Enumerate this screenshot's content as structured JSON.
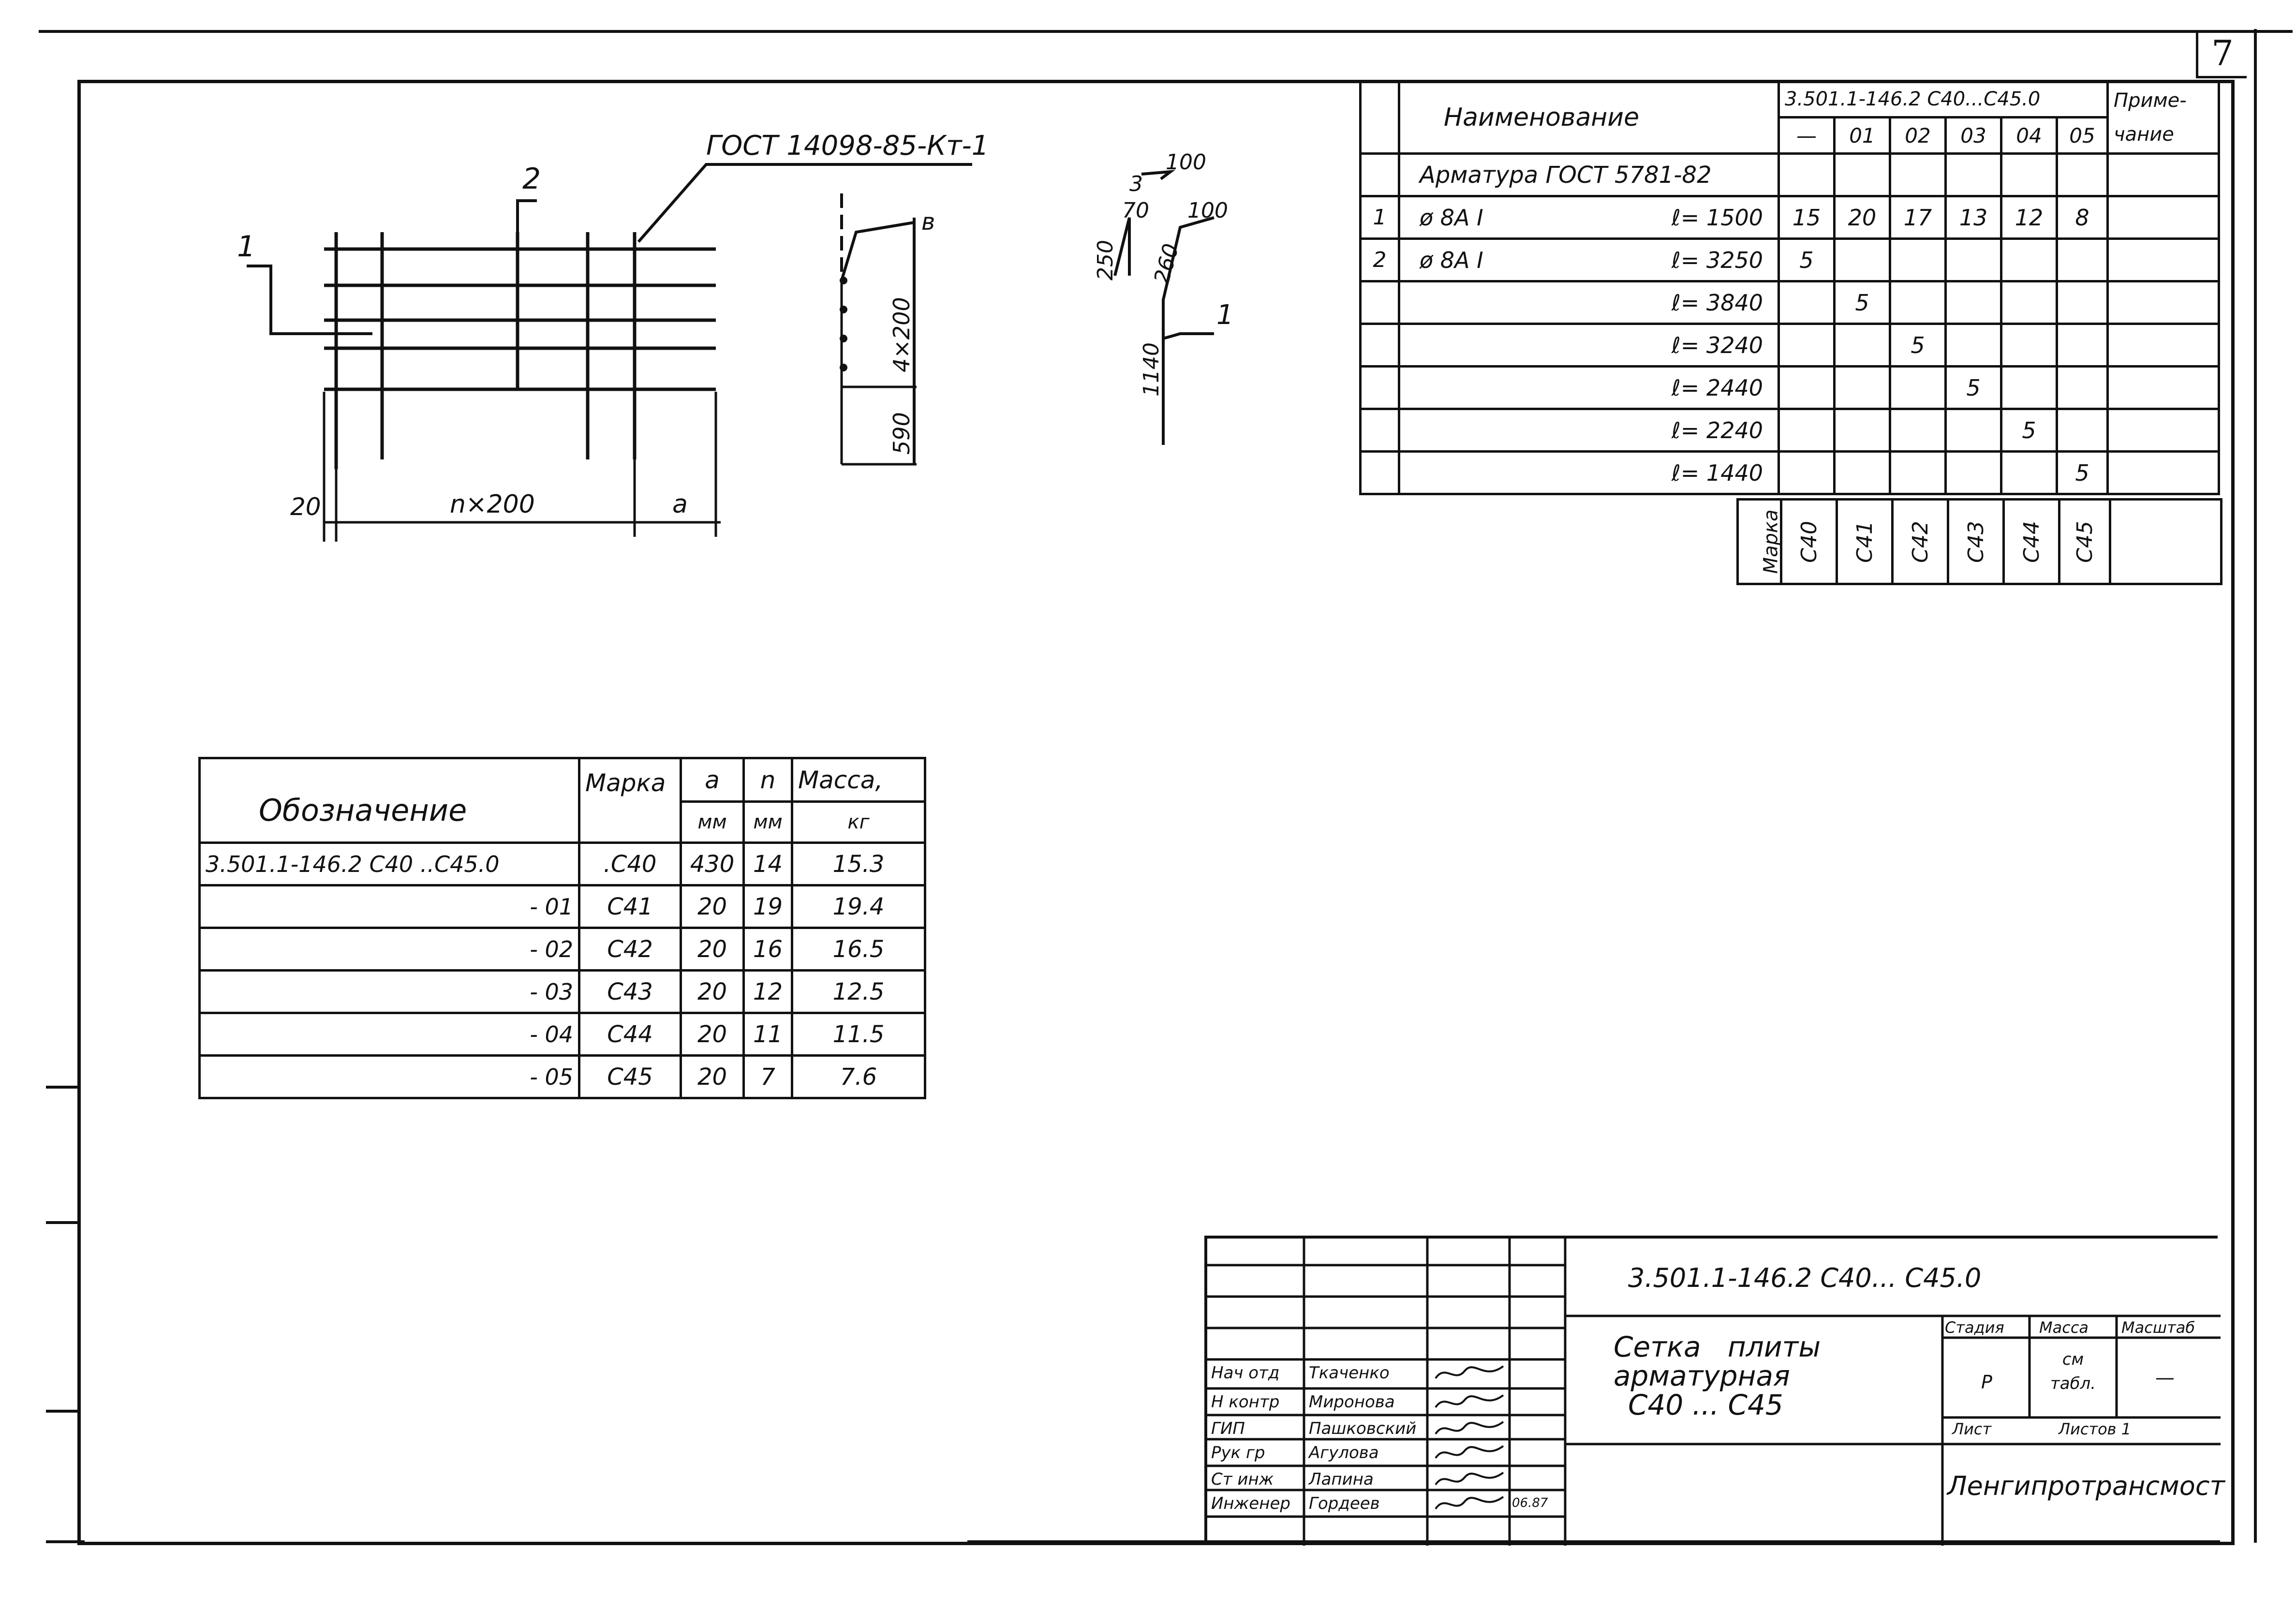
{
  "sheet": {
    "number": "7"
  },
  "drawing": {
    "gost_label": "ГОСТ 14098-85-Кт-1",
    "callout_1": "1",
    "callout_2": "2",
    "dim_20": "20",
    "dim_n200": "n×200",
    "dim_a": "a",
    "dim_4x200": "4×200",
    "dim_590": "590",
    "dim_b": "в",
    "bend_100_top": "100",
    "bend_3": "3",
    "bend_70": "70",
    "bend_250": "250",
    "bend_260": "260",
    "bend_100": "100",
    "bend_1140": "1140",
    "bend_callout": "1"
  },
  "spec_table": {
    "header_name": "Наименование",
    "header_doc": "3.501.1-146.2    С40...С45.0",
    "header_note": "Приме-чание",
    "variants": [
      "—",
      "01",
      "02",
      "03",
      "04",
      "05"
    ],
    "section_title": "Арматура ГОСТ 5781-82",
    "rows": [
      {
        "pos": "1",
        "name": "ø 8А I",
        "len": "ℓ= 1500",
        "vals": [
          "15",
          "20",
          "17",
          "13",
          "12",
          "8"
        ]
      },
      {
        "pos": "2",
        "name": "ø 8А I",
        "len": "ℓ= 3250",
        "vals": [
          "5",
          "",
          "",
          "",
          "",
          ""
        ]
      },
      {
        "pos": "",
        "name": "",
        "len": "ℓ= 3840",
        "vals": [
          "",
          "5",
          "",
          "",
          "",
          ""
        ]
      },
      {
        "pos": "",
        "name": "",
        "len": "ℓ= 3240",
        "vals": [
          "",
          "",
          "5",
          "",
          "",
          ""
        ]
      },
      {
        "pos": "",
        "name": "",
        "len": "ℓ= 2440",
        "vals": [
          "",
          "",
          "",
          "5",
          "",
          ""
        ]
      },
      {
        "pos": "",
        "name": "",
        "len": "ℓ= 2240",
        "vals": [
          "",
          "",
          "",
          "",
          "5",
          ""
        ]
      },
      {
        "pos": "",
        "name": "",
        "len": "ℓ= 1440",
        "vals": [
          "",
          "",
          "",
          "",
          "",
          "5"
        ]
      }
    ],
    "marka_label": "Марка",
    "marks": [
      "С40",
      "С41",
      "С42",
      "С43",
      "С44",
      "С45"
    ]
  },
  "mass_table": {
    "headers": {
      "designation": "Обозначение",
      "marka": "Марка",
      "a": "a",
      "a_unit": "мм",
      "n": "n",
      "n_unit": "мм",
      "mass": "Масса,",
      "mass_unit": "кг"
    },
    "rows": [
      {
        "designation": "3.501.1-146.2    С40 ..С45.0",
        "marka": ".С40",
        "a": "430",
        "n": "14",
        "mass": "15.3"
      },
      {
        "designation": "- 01",
        "marka": "С41",
        "a": "20",
        "n": "19",
        "mass": "19.4"
      },
      {
        "designation": "- 02",
        "marka": "С42",
        "a": "20",
        "n": "16",
        "mass": "16.5"
      },
      {
        "designation": "- 03",
        "marka": "С43",
        "a": "20",
        "n": "12",
        "mass": "12.5"
      },
      {
        "designation": "- 04",
        "marka": "С44",
        "a": "20",
        "n": "11",
        "mass": "11.5"
      },
      {
        "designation": "- 05",
        "marka": "С45",
        "a": "20",
        "n": "7",
        "mass": "7.6"
      }
    ]
  },
  "title_block": {
    "doc_code": "3.501.1-146.2       С40... С45.0",
    "title_line1": "Сетка   плиты",
    "title_line2": "арматурная",
    "title_line3": "С40 ... С45",
    "stage_label": "Стадия",
    "mass_label": "Масса",
    "scale_label": "Масштаб",
    "stage_value": "Р",
    "mass_value": "см табл.",
    "scale_value": "—",
    "sheet_label": "Лист",
    "sheets_label": "Листов 1",
    "organization": "Ленгипротрансмост",
    "date": "06.87",
    "signers": [
      {
        "role": "Нач отд",
        "name": "Ткаченко"
      },
      {
        "role": "Н контр",
        "name": "Миронова"
      },
      {
        "role": "ГИП",
        "name": "Пашковский"
      },
      {
        "role": "Рук гр",
        "name": "Агулова"
      },
      {
        "role": "Ст инж",
        "name": "Лапина"
      },
      {
        "role": "Инженер",
        "name": "Гордеев"
      }
    ]
  }
}
